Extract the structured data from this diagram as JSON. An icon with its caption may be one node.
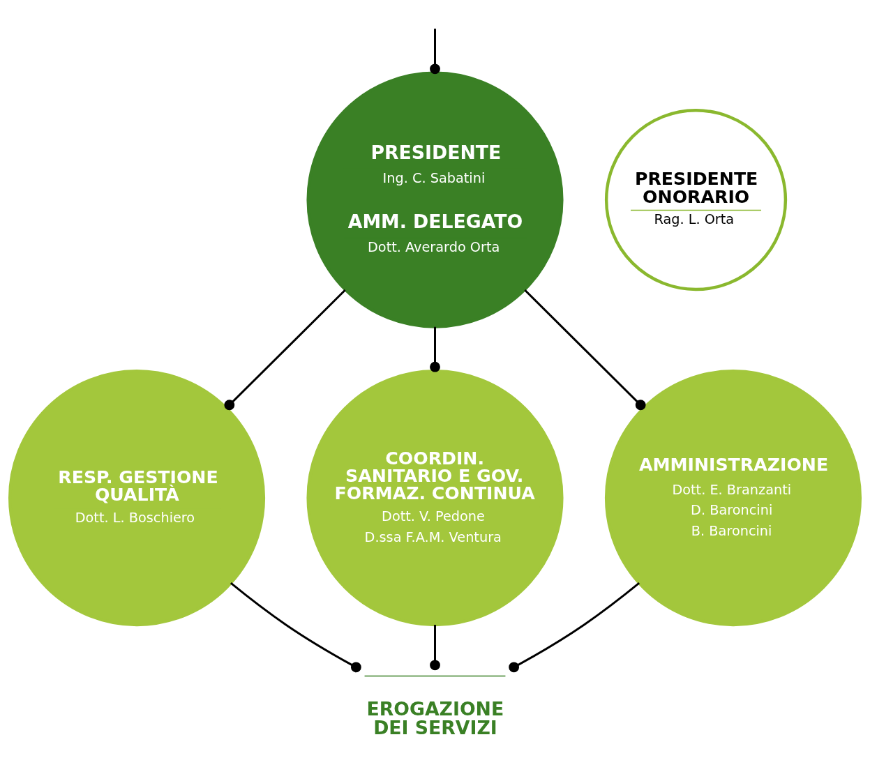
{
  "diagram": {
    "nodes": [
      {
        "text": [
          "PRESIDENTE",
          "Ing. C. Sabatini",
          "AMM. DELEGATO",
          "Dott. Averardo Orta"
        ]
      },
      {
        "text": [
          "PRESIDENTE ONORARIO",
          "Rag. L. Orta"
        ]
      },
      {
        "text": [
          "RESP. GESTIONE QUALITÀ",
          "Dott. L. Boschiero"
        ]
      },
      {
        "text": [
          "COORDIN. SANITARIO E GOV. FORMAZ. CONTINUA",
          "Dott. V. Pedone",
          "D.ssa F.A.M. Ventura"
        ]
      },
      {
        "text": [
          "AMMINISTRAZIONE",
          "Dott. E. Branzanti",
          "D. Baroncini",
          "B. Baroncini"
        ]
      },
      {
        "text": [
          "EROGAZIONE DEI SERVIZI"
        ]
      }
    ],
    "edges": [
      {
        "from": null,
        "to": 0,
        "arrow": "other"
      },
      {
        "from": 0,
        "to": 2,
        "arrow": "other"
      },
      {
        "from": 0,
        "to": 3,
        "arrow": "other"
      },
      {
        "from": 0,
        "to": 4,
        "arrow": "other"
      },
      {
        "from": 2,
        "to": 5,
        "arrow": "other"
      },
      {
        "from": 3,
        "to": 5,
        "arrow": "other"
      },
      {
        "from": 4,
        "to": 5,
        "arrow": "other"
      }
    ]
  }
}
